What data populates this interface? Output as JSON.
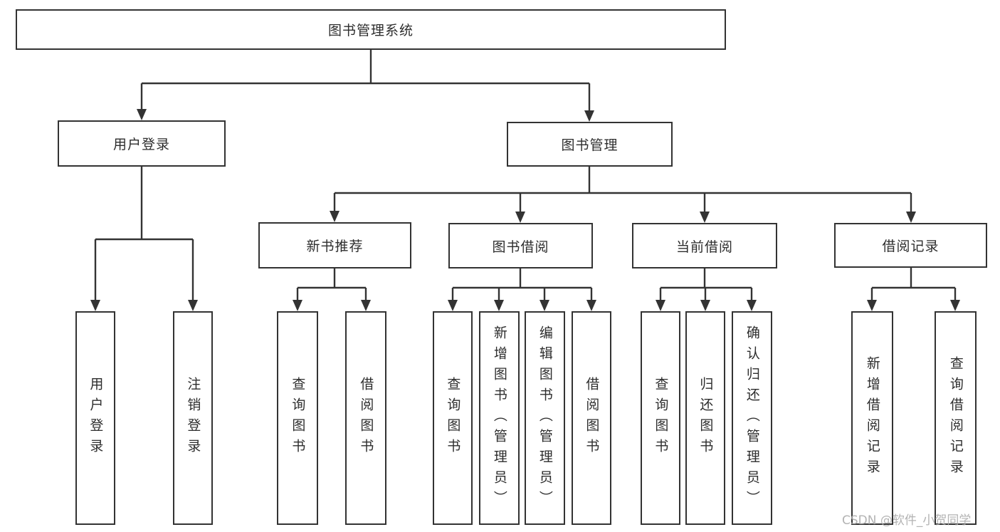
{
  "colors": {
    "line": "#333333",
    "box_border": "#333333",
    "box_background": "#ffffff",
    "text": "#2d2d2d",
    "watermark_text": "#ababab"
  },
  "watermark": {
    "text": "CSDN @软件_小贺同学"
  },
  "tree": {
    "root": {
      "label": "图书管理系统",
      "children": [
        {
          "label": "用户登录",
          "children": [
            {
              "label": "用户登录"
            },
            {
              "label": "注销登录"
            }
          ]
        },
        {
          "label": "图书管理",
          "children": [
            {
              "label": "新书推荐",
              "children": [
                {
                  "label": "查询图书"
                },
                {
                  "label": "借阅图书"
                }
              ]
            },
            {
              "label": "图书借阅",
              "children": [
                {
                  "label": "查询图书"
                },
                {
                  "label": "新增图书（管理员）"
                },
                {
                  "label": "编辑图书（管理员）"
                },
                {
                  "label": "借阅图书"
                }
              ]
            },
            {
              "label": "当前借阅",
              "children": [
                {
                  "label": "查询图书"
                },
                {
                  "label": "归还图书"
                },
                {
                  "label": "确认归还（管理员）"
                }
              ]
            },
            {
              "label": "借阅记录",
              "children": [
                {
                  "label": "新增借阅记录"
                },
                {
                  "label": "查询借阅记录"
                }
              ]
            }
          ]
        }
      ]
    }
  }
}
